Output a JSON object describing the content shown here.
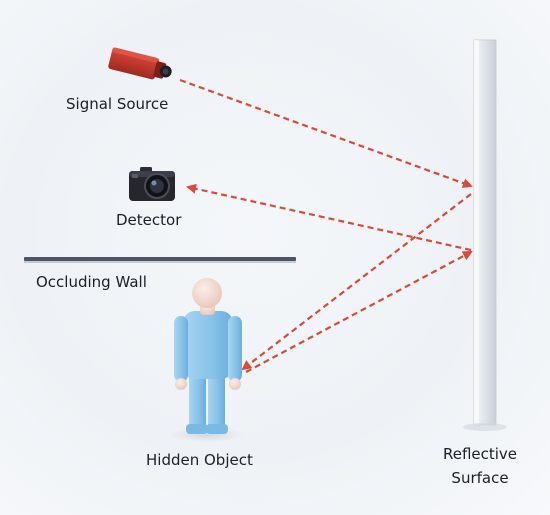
{
  "labels": {
    "signal_source": "Signal Source",
    "detector": "Detector",
    "occluding_wall": "Occluding Wall",
    "hidden_object": "Hidden Object",
    "reflective_surface_line1": "Reflective",
    "reflective_surface_line2": "Surface"
  },
  "colors": {
    "ray": "#d94a3a",
    "source_body": "#c0392b",
    "wall": "#4d5563",
    "person_skin": "#f2d9cf",
    "person_body": "#8fc6ea",
    "reflector": "#dfe3e8",
    "text": "#1b1f27"
  },
  "icons": {
    "source": "signal-source-camera-icon",
    "detector": "detector-camera-icon",
    "object": "hidden-person-figure"
  }
}
